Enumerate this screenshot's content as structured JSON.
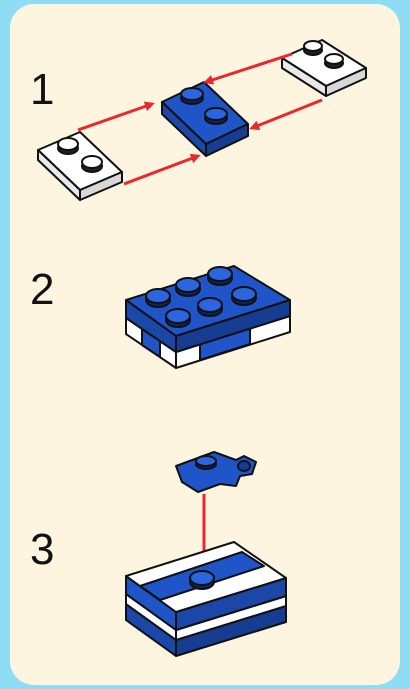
{
  "steps": [
    {
      "number": "1"
    },
    {
      "number": "2"
    },
    {
      "number": "3"
    }
  ],
  "colors": {
    "background": "#8fdcf5",
    "panel": "#fdf5df",
    "brick_blue": "#1f55c8",
    "brick_white": "#ffffff",
    "arrow_red": "#e8282d",
    "outline": "#111111"
  }
}
